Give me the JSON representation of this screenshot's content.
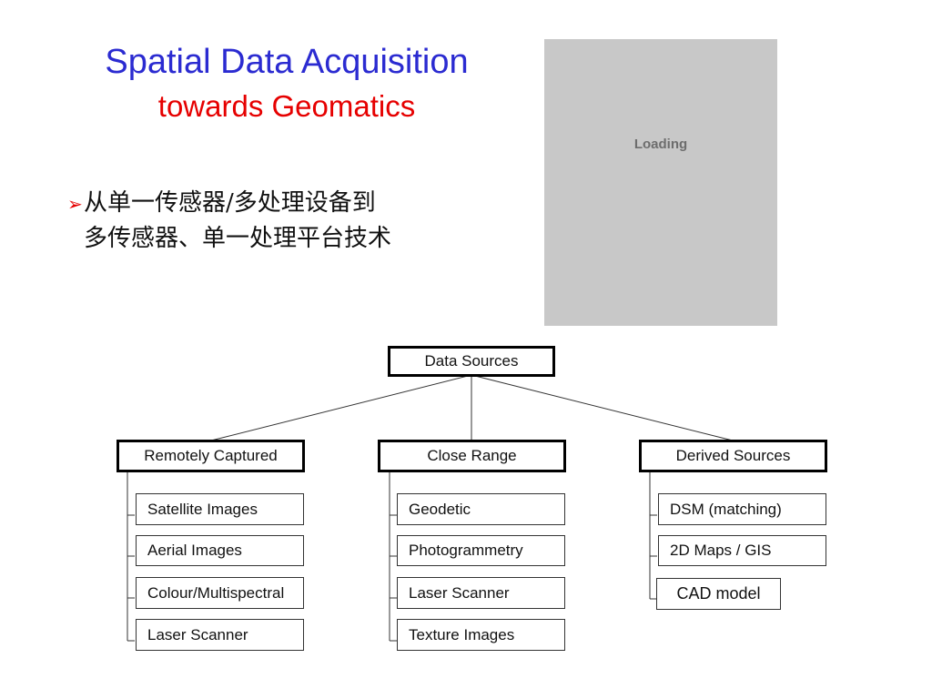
{
  "slide": {
    "title": "Spatial Data Acquisition",
    "subtitle": "towards Geomatics",
    "bullet": {
      "marker": "➢",
      "line1": "从单一传感器/多处理设备到",
      "line2": "多传感器、单一处理平台技术"
    },
    "image_placeholder": {
      "label": "Loading"
    }
  },
  "diagram": {
    "root": "Data Sources",
    "branches": [
      {
        "label": "Remotely Captured",
        "items": [
          "Satellite Images",
          "Aerial Images",
          "Colour/Multispectral",
          "Laser Scanner"
        ]
      },
      {
        "label": "Close Range",
        "items": [
          "Geodetic",
          "Photogrammetry",
          "Laser Scanner",
          "Texture Images"
        ]
      },
      {
        "label": "Derived Sources",
        "items": [
          "DSM (matching)",
          "2D Maps / GIS",
          "CAD model"
        ]
      }
    ]
  }
}
